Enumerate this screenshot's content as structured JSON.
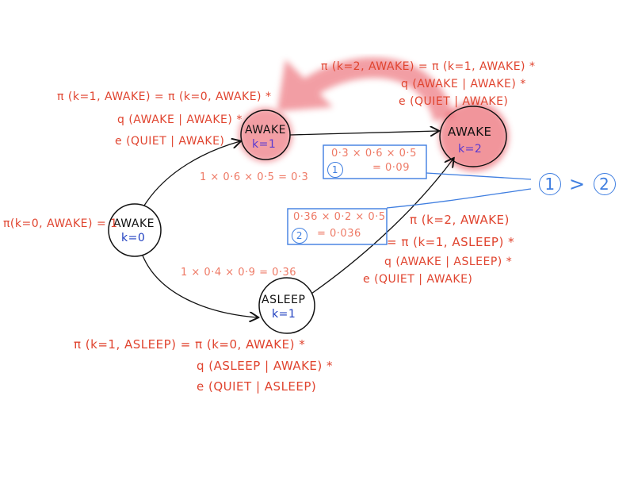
{
  "nodes": {
    "n0": {
      "state": "AWAKE",
      "k": "k=0"
    },
    "n1_awake": {
      "state": "AWAKE",
      "k": "k=1"
    },
    "n1_asleep": {
      "state": "ASLEEP",
      "k": "k=1"
    },
    "n2": {
      "state": "AWAKE",
      "k": "k=2"
    }
  },
  "init": "π(k=0, AWAKE) = 1",
  "eq_k1_awake": [
    "π (k=1, AWAKE) = π (k=0, AWAKE) *",
    "q (AWAKE | AWAKE) *",
    "e (QUIET | AWAKE)"
  ],
  "eq_k1_asleep": [
    "π (k=1, ASLEEP) = π (k=0, AWAKE) *",
    "q (ASLEEP | AWAKE) *",
    "e (QUIET | ASLEEP)"
  ],
  "eq_k2_from_awake": [
    "π (k=2, AWAKE) = π (k=1, AWAKE) *",
    "q (AWAKE | AWAKE) *",
    "e (QUIET | AWAKE)"
  ],
  "eq_k2_from_asleep": [
    "π (k=2, AWAKE)",
    "= π (k=1, ASLEEP) *",
    "q (AWAKE | ASLEEP) *",
    "e (QUIET | AWAKE)"
  ],
  "edge_awake": "1 × 0·6 × 0·5 = 0·3",
  "edge_asleep": "1 × 0·4 × 0·9 = 0·36",
  "box1": {
    "calc": "0·3 × 0·6 × 0·5",
    "result": "= 0·09",
    "label": "1"
  },
  "box2": {
    "calc": "0·36 × 0·2 × 0·5",
    "result": "= 0·036",
    "label": "2"
  },
  "compare": {
    "left": "1",
    "op": ">",
    "right": "2"
  },
  "colors": {
    "red": "#e0442f",
    "blue": "#3f7ee0",
    "highlight": "#e8505a"
  }
}
